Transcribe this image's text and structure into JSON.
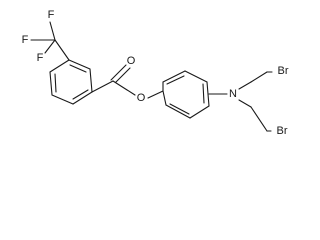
{
  "diagram": {
    "type": "chemical-structure",
    "atom_labels": {
      "fluorine_top": "F",
      "fluorine_left": "F",
      "fluorine_lower": "F",
      "carbonyl_oxygen": "O",
      "ester_oxygen": "O",
      "nitrogen": "N",
      "bromine_upper": "Br",
      "bromine_lower": "Br"
    },
    "line_color": "#1a1a1a",
    "background_color": "#ffffff"
  }
}
